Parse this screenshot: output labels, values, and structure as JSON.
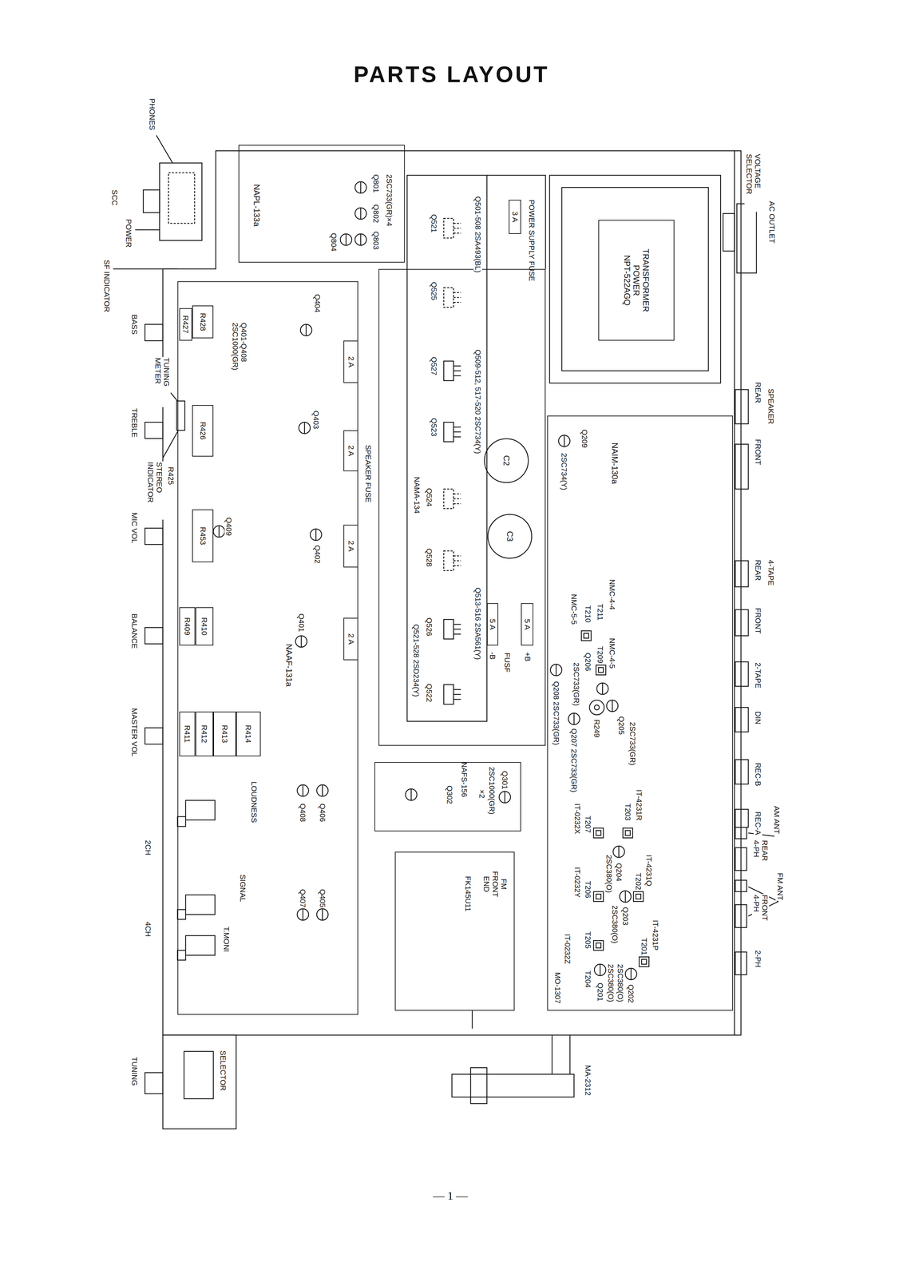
{
  "diagram": {
    "title": "PARTS LAYOUT",
    "nodes": [
      {
        "text": [
          "NAPL-133a"
        ]
      },
      {
        "text": [
          "TRANSFORMER POWER",
          "NPT-522AGQ"
        ]
      },
      {
        "text": [
          "NAMA-134"
        ]
      },
      {
        "text": [
          "3 A",
          "POWER SUPPLY FUSE"
        ]
      },
      {
        "text": [
          "C2"
        ],
        "in": 2
      },
      {
        "text": [
          "C3"
        ],
        "in": 2
      },
      {
        "text": [
          "5 A",
          "+B"
        ],
        "in": 2
      },
      {
        "text": [
          "5 A",
          "-B"
        ],
        "in": 2
      },
      {
        "text": [
          "NAIM-130a"
        ]
      },
      {
        "text": [
          "NAFS-156"
        ]
      },
      {
        "text": [
          "FM FRONT END",
          "FK145U11"
        ]
      },
      {
        "text": [
          "NAAF-131a"
        ]
      },
      {
        "text": [
          "2 A"
        ],
        "in": 11
      },
      {
        "text": [
          "2 A"
        ],
        "in": 11
      },
      {
        "text": [
          "2 A"
        ],
        "in": 11
      },
      {
        "text": [
          "2 A"
        ],
        "in": 11
      },
      {
        "text": [
          "R428"
        ],
        "in": 11
      },
      {
        "text": [
          "R427"
        ],
        "in": 11
      },
      {
        "text": [
          "R426"
        ],
        "in": 11
      },
      {
        "text": [
          "R453"
        ],
        "in": 11
      },
      {
        "text": [
          "R410"
        ],
        "in": 11
      },
      {
        "text": [
          "R409"
        ],
        "in": 11
      },
      {
        "text": [
          "R414"
        ],
        "in": 11
      },
      {
        "text": [
          "R413"
        ],
        "in": 11
      },
      {
        "text": [
          "R412"
        ],
        "in": 11
      },
      {
        "text": [
          "R411"
        ],
        "in": 11
      }
    ],
    "labels": [
      "PHONES",
      "SCC",
      "POWER",
      "SF INDICATOR",
      "BASS",
      "TUNING METER",
      "TREBLE",
      "STEREO INDICATOR",
      "R425",
      "MIC VOL",
      "BALANCE",
      "MASTER VOL",
      "2CH",
      "4CH",
      "TUNING",
      "SELECTOR",
      "MA-2312",
      "LOUDNESS",
      "SIGNAL",
      "T.MONI",
      "VOLTAGE SELECTOR",
      "AC OUTLET",
      "SPEAKER",
      "REAR",
      "FRONT",
      "4-TAPE",
      "REAR",
      "FRONT",
      "2-TAPE",
      "DIN",
      "REC-B",
      "REC-A",
      "AM ANT",
      "REAR 4-PH",
      "FM ANT",
      "FRONT 4-PH",
      "2-PH",
      "2SC733(GR)×4",
      "Q801",
      "Q802",
      "Q803",
      "Q804",
      "Q501-508 2SA493(BL)",
      "Q521",
      "Q525",
      "Q527",
      "Q523",
      "Q509-512, 517-520 2SC734(Y)",
      "Q524",
      "Q528",
      "Q526",
      "Q522",
      "Q513-516 2SA561(Y)",
      "Q521-528 2SD234(Y)",
      "FUSF",
      "SPEAKER FUSE",
      "Q401-Q408 2SC1000(GR)",
      "Q404",
      "Q403",
      "Q409",
      "Q402",
      "Q401",
      "Q406",
      "Q408",
      "Q405",
      "Q407",
      "Q209",
      "2SC734(Y)",
      "NMC-4-4",
      "T211",
      "T210",
      "NMC-5-5",
      "NMC-4-5",
      "T209",
      "Q206",
      "2SC733(GR)",
      "Q205",
      "2SC733(GR)",
      "R249",
      "Q208 2SC733(GR)",
      "Q207 2SC733(GR)",
      "IT-4231R",
      "T203",
      "Q204",
      "2SC380(O)",
      "IT-4231Q",
      "T202",
      "Q203",
      "2SC380(O)",
      "IT-4231P",
      "T201",
      "Q202",
      "2SC380(O)",
      "2SC380(O)",
      "Q201",
      "T207",
      "IT-0232X",
      "T206",
      "IT-0232Y",
      "T205",
      "IT-0232Z",
      "T204",
      "MO-1307",
      "Q301",
      "2SC1000(GR)",
      "×2",
      "Q302",
      "— 1 —"
    ]
  }
}
